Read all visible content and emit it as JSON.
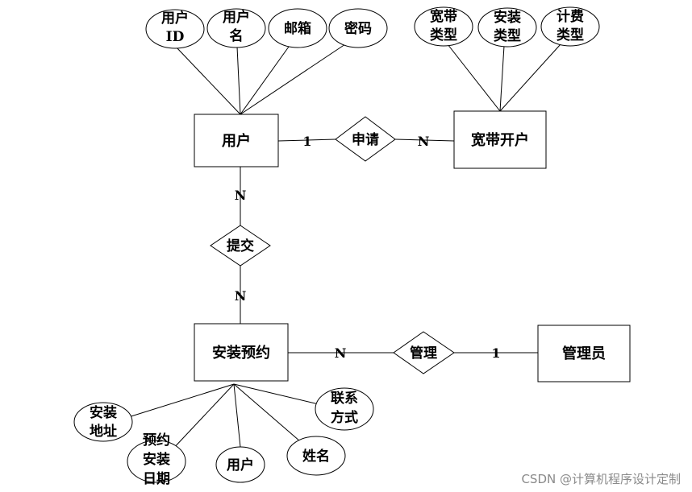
{
  "entities": {
    "user": "用户",
    "broadband_account": "宽带开户",
    "install_appointment": "安装预约",
    "admin": "管理员"
  },
  "relationships": {
    "apply": "申请",
    "submit": "提交",
    "manage": "管理"
  },
  "attributes": {
    "user_id": [
      "用户",
      "ID"
    ],
    "user_name": [
      "用户",
      "名"
    ],
    "email": [
      "邮箱"
    ],
    "password": [
      "密码"
    ],
    "broadband_type": [
      "宽带",
      "类型"
    ],
    "install_type": [
      "安装",
      "类型"
    ],
    "billing_type": [
      "计费",
      "类型"
    ],
    "install_address": [
      "安装",
      "地址"
    ],
    "appointment_date": [
      "预约",
      "安装",
      "日期"
    ],
    "appointment_user": [
      "用户"
    ],
    "full_name": [
      "姓名"
    ],
    "contact": [
      "联系",
      "方式"
    ]
  },
  "cardinalities": {
    "apply_user": "1",
    "apply_account": "N",
    "submit_user": "N",
    "submit_appointment": "N",
    "manage_appointment": "N",
    "manage_admin": "1"
  },
  "watermark": "CSDN @计算机程序设计定制"
}
